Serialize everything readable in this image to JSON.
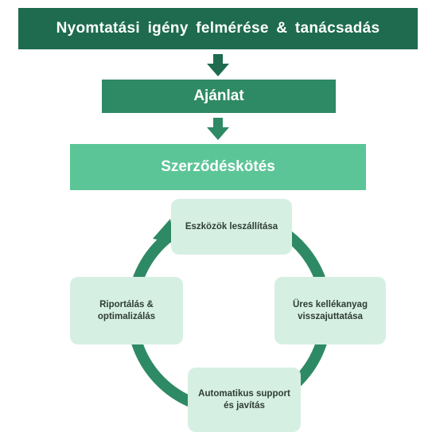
{
  "flow": {
    "step1": "Nyomtatási igény felmérése & tanácsadás",
    "step2": "Ajánlat",
    "step3": "Szerződéskötés"
  },
  "cycle": {
    "item1": "Eszközök leszállítása",
    "item2": "Üres kellékanyag visszajuttatása",
    "item3": "Riportálás & optimalizálás",
    "item4": "Automatikus support és javítás"
  },
  "colors": {
    "dark_green": "#1e6b4f",
    "mid_green": "#2e8a64",
    "light_green": "#5cc597",
    "pale_green": "#d6efe3",
    "arrow_green": "#2e8a64"
  }
}
